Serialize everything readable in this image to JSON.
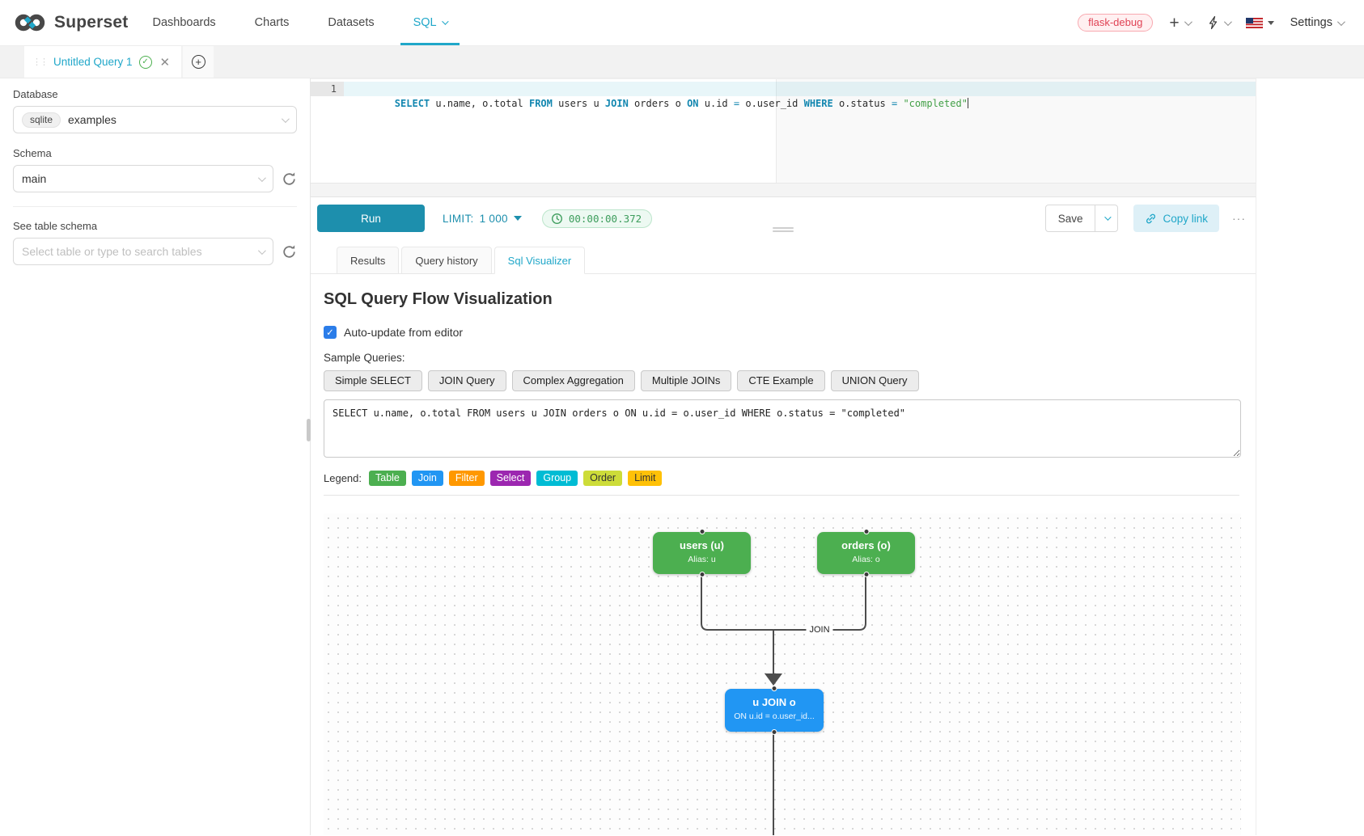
{
  "navbar": {
    "brand": "Superset",
    "items": [
      {
        "label": "Dashboards"
      },
      {
        "label": "Charts"
      },
      {
        "label": "Datasets"
      },
      {
        "label": "SQL"
      }
    ],
    "env_badge": "flask-debug",
    "settings_label": "Settings"
  },
  "query_tabs": {
    "active_tab_label": "Untitled Query 1"
  },
  "sidebar": {
    "database_label": "Database",
    "database_engine_badge": "sqlite",
    "database_value": "examples",
    "schema_label": "Schema",
    "schema_value": "main",
    "table_section_label": "See table schema",
    "table_placeholder": "Select table or type to search tables"
  },
  "editor": {
    "active_line_number": "1",
    "tokens": [
      {
        "text": "SELECT",
        "color": "#1387b0",
        "weight": "bold"
      },
      {
        "text": " u.name, o.total ",
        "color": "#2b2b2b",
        "weight": "normal"
      },
      {
        "text": "FROM",
        "color": "#1387b0",
        "weight": "bold"
      },
      {
        "text": " users u ",
        "color": "#2b2b2b",
        "weight": "normal"
      },
      {
        "text": "JOIN",
        "color": "#1387b0",
        "weight": "bold"
      },
      {
        "text": " orders o ",
        "color": "#2b2b2b",
        "weight": "normal"
      },
      {
        "text": "ON",
        "color": "#1387b0",
        "weight": "bold"
      },
      {
        "text": " u.id ",
        "color": "#2b2b2b",
        "weight": "normal"
      },
      {
        "text": "=",
        "color": "#1387b0",
        "weight": "normal"
      },
      {
        "text": " o.user_id ",
        "color": "#2b2b2b",
        "weight": "normal"
      },
      {
        "text": "WHERE",
        "color": "#1387b0",
        "weight": "bold"
      },
      {
        "text": " o.status ",
        "color": "#2b2b2b",
        "weight": "normal"
      },
      {
        "text": "=",
        "color": "#1387b0",
        "weight": "normal"
      },
      {
        "text": " ",
        "color": "#2b2b2b",
        "weight": "normal"
      },
      {
        "text": "\"completed\"",
        "color": "#43a047",
        "weight": "normal"
      }
    ]
  },
  "toolbar": {
    "run_label": "Run",
    "limit_label": "LIMIT:",
    "limit_value": "1 000",
    "elapsed": "00:00:00.372",
    "save_label": "Save",
    "copy_link_label": "Copy link",
    "more_label": "···"
  },
  "result_tabs": [
    {
      "label": "Results"
    },
    {
      "label": "Query history"
    },
    {
      "label": "Sql Visualizer"
    }
  ],
  "visualizer": {
    "title": "SQL Query Flow Visualization",
    "auto_update_label": "Auto-update from editor",
    "checkbox_checked": "✓",
    "samples_label": "Sample Queries:",
    "sample_buttons": [
      "Simple SELECT",
      "JOIN Query",
      "Complex Aggregation",
      "Multiple JOINs",
      "CTE Example",
      "UNION Query"
    ],
    "query_text": "SELECT u.name, o.total FROM users u JOIN orders o ON u.id = o.user_id WHERE o.status = \"completed\"",
    "legend_label": "Legend:",
    "legend": [
      {
        "label": "Table",
        "color": "#4caf50",
        "text_color": "#ffffff"
      },
      {
        "label": "Join",
        "color": "#2196f3",
        "text_color": "#ffffff"
      },
      {
        "label": "Filter",
        "color": "#ff9800",
        "text_color": "#ffffff"
      },
      {
        "label": "Select",
        "color": "#9c27b0",
        "text_color": "#ffffff"
      },
      {
        "label": "Group",
        "color": "#00bcd4",
        "text_color": "#ffffff"
      },
      {
        "label": "Order",
        "color": "#cddc39",
        "text_color": "#333333"
      },
      {
        "label": "Limit",
        "color": "#ffc107",
        "text_color": "#333333"
      }
    ],
    "flow": {
      "nodes": [
        {
          "title": "users (u)",
          "subtitle": "Alias: u",
          "color": "#4caf50"
        },
        {
          "title": "orders (o)",
          "subtitle": "Alias: o",
          "color": "#4caf50"
        },
        {
          "title": "u JOIN o",
          "subtitle": "ON u.id = o.user_id...",
          "color": "#2196f3"
        }
      ],
      "edge_label": "JOIN"
    }
  }
}
